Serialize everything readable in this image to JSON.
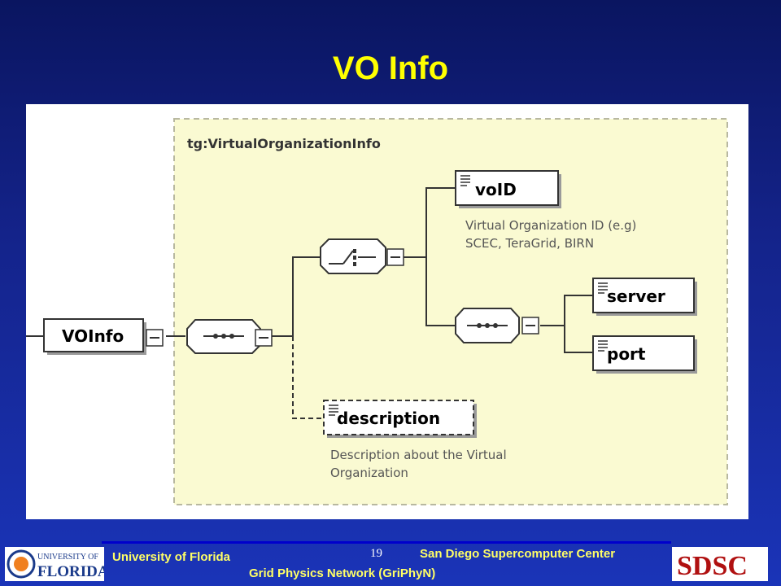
{
  "slide": {
    "title": "VO Info"
  },
  "diagram": {
    "group_label": "tg:VirtualOrganizationInfo",
    "root_element": "VOInfo",
    "elements": {
      "void": "voID",
      "server": "server",
      "port": "port",
      "description": "description"
    },
    "annotations": {
      "void_line1": "Virtual Organization ID (e.g)",
      "void_line2": "SCEC, TeraGrid, BIRN",
      "description_line1": "Description about the Virtual",
      "description_line2": "Organization"
    },
    "colors": {
      "group_fill": "#fafad2",
      "group_border": "#b8b8a0"
    }
  },
  "footer": {
    "left_institution": "University of Florida",
    "page_number": "19",
    "right_institution": "San Diego Supercomputer Center",
    "project": "Grid Physics Network (GriPhyN)",
    "uf_logo_line1": "UNIVERSITY OF",
    "uf_logo_line2": "FLORIDA",
    "sdsc_logo": "SDSC"
  }
}
